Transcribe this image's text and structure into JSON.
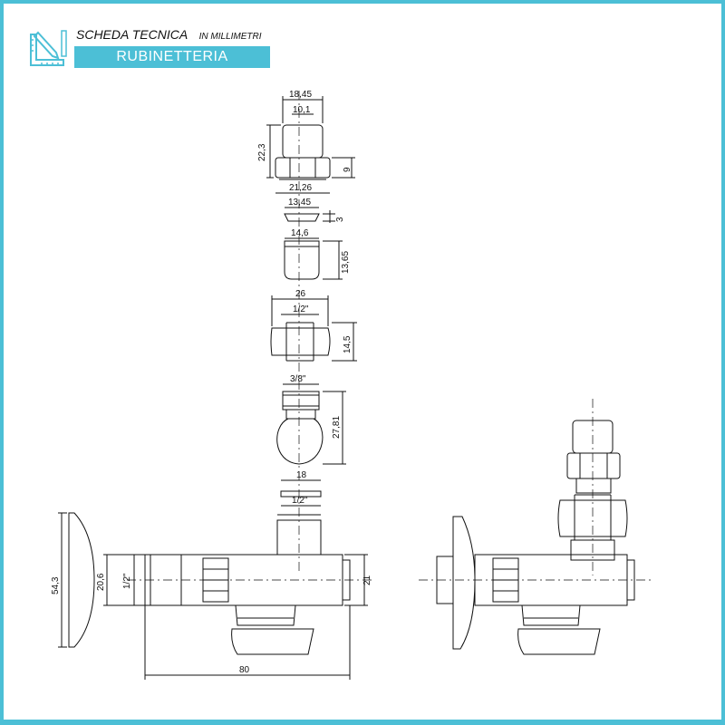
{
  "header": {
    "title": "SCHEDA TECNICA",
    "subtitle": "IN MILLIMETRI",
    "category": "RUBINETTERIA",
    "accent_color": "#4cbfd6",
    "logo_icon": "pencil-ruler-icon"
  },
  "dimensions": {
    "nut_top_width": "18,45",
    "nut_top_inner": "10,1",
    "nut_top_height": "22,3",
    "nut_top_hex": "9",
    "nut_top_hex_width": "21,26",
    "washer_width": "13,45",
    "washer_height": "3",
    "olive_width": "14,6",
    "olive_height": "13,65",
    "hex_nut_width": "26",
    "hex_nut_thread": "1/2\"",
    "hex_nut_height": "14,5",
    "adapter_thread": "3/8\"",
    "adapter_height": "27,81",
    "gasket_width": "18",
    "outlet_thread": "1/2\"",
    "rosette_height": "54,3",
    "inlet_diameter": "20,6",
    "inlet_thread": "1/2\"",
    "body_height": "21",
    "body_length": "80"
  }
}
